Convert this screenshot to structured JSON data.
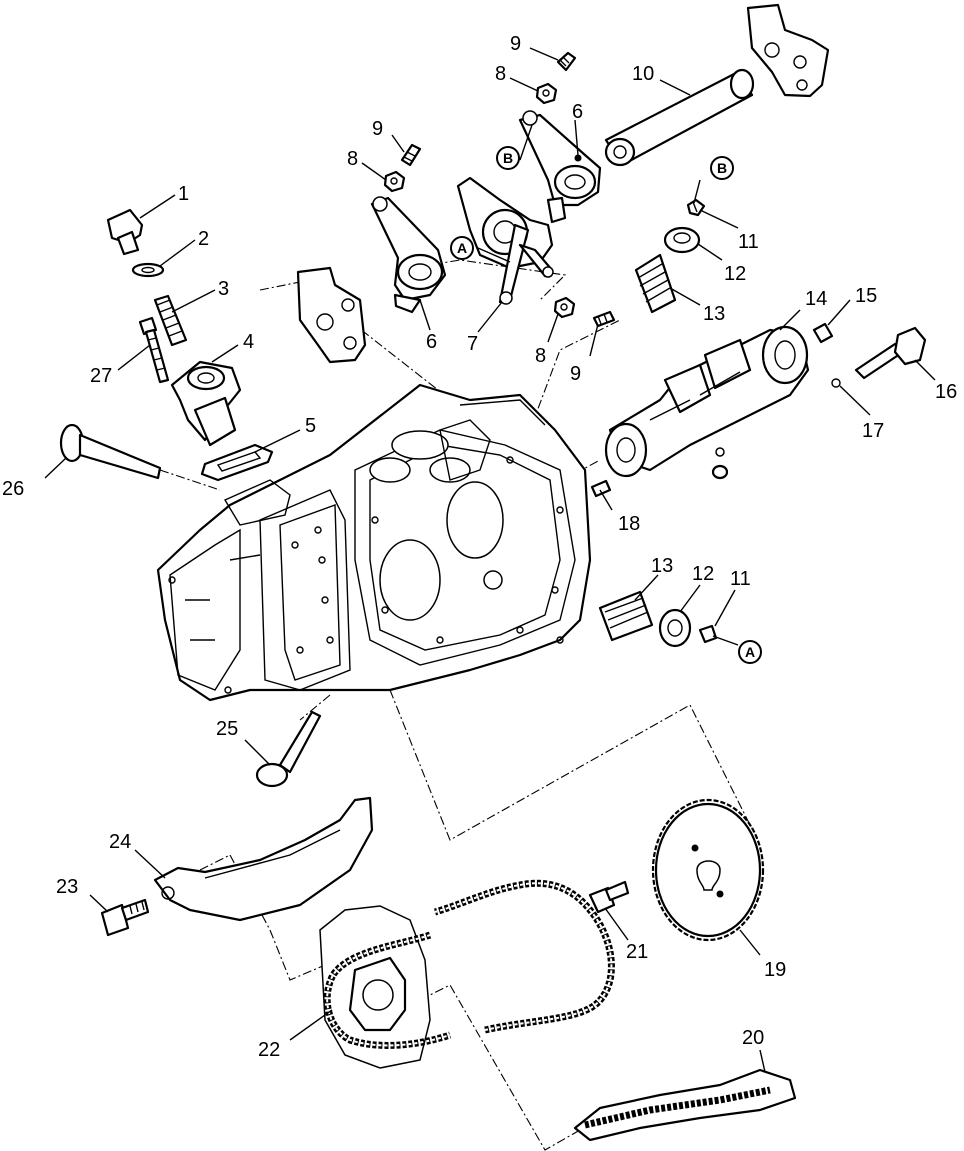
{
  "diagram": {
    "part_labels": {
      "p1": "1",
      "p2": "2",
      "p3": "3",
      "p4": "4",
      "p5": "5",
      "p6a": "6",
      "p6b": "6",
      "p7": "7",
      "p8a": "8",
      "p8b": "8",
      "p8c": "8",
      "p9a": "9",
      "p9b": "9",
      "p9c": "9",
      "p10": "10",
      "p11a": "11",
      "p11b": "11",
      "p12a": "12",
      "p12b": "12",
      "p13a": "13",
      "p13b": "13",
      "p14": "14",
      "p15": "15",
      "p16": "16",
      "p17": "17",
      "p18": "18",
      "p19": "19",
      "p20": "20",
      "p21": "21",
      "p22": "22",
      "p23": "23",
      "p24": "24",
      "p25": "25",
      "p26": "26",
      "p27": "27"
    },
    "callouts": {
      "a_rocker": "A",
      "a_keeper": "A",
      "b_rocker": "B",
      "b_keeper": "B"
    }
  }
}
